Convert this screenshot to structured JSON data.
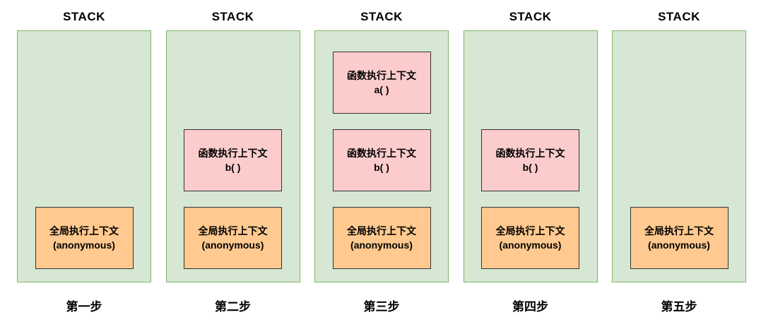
{
  "diagram": {
    "description_colors": {
      "stack_fill": "#d6e7d3",
      "stack_border": "#82b366",
      "global_frame_fill": "#ffc98f",
      "function_frame_fill": "#fccccd",
      "frame_border": "#333333",
      "text": "#000000"
    },
    "columns": [
      {
        "title": "STACK",
        "step_label": "第一步",
        "frames": [
          {
            "type": "global",
            "line1": "全局执行上下文",
            "line2": "(anonymous)"
          }
        ]
      },
      {
        "title": "STACK",
        "step_label": "第二步",
        "frames": [
          {
            "type": "global",
            "line1": "全局执行上下文",
            "line2": "(anonymous)"
          },
          {
            "type": "function",
            "line1": "函数执行上下文",
            "line2": "b( )"
          }
        ]
      },
      {
        "title": "STACK",
        "step_label": "第三步",
        "frames": [
          {
            "type": "global",
            "line1": "全局执行上下文",
            "line2": "(anonymous)"
          },
          {
            "type": "function",
            "line1": "函数执行上下文",
            "line2": "b( )"
          },
          {
            "type": "function",
            "line1": "函数执行上下文",
            "line2": "a( )"
          }
        ]
      },
      {
        "title": "STACK",
        "step_label": "第四步",
        "frames": [
          {
            "type": "global",
            "line1": "全局执行上下文",
            "line2": "(anonymous)"
          },
          {
            "type": "function",
            "line1": "函数执行上下文",
            "line2": "b( )"
          }
        ]
      },
      {
        "title": "STACK",
        "step_label": "第五步",
        "frames": [
          {
            "type": "global",
            "line1": "全局执行上下文",
            "line2": "(anonymous)"
          }
        ]
      }
    ]
  }
}
